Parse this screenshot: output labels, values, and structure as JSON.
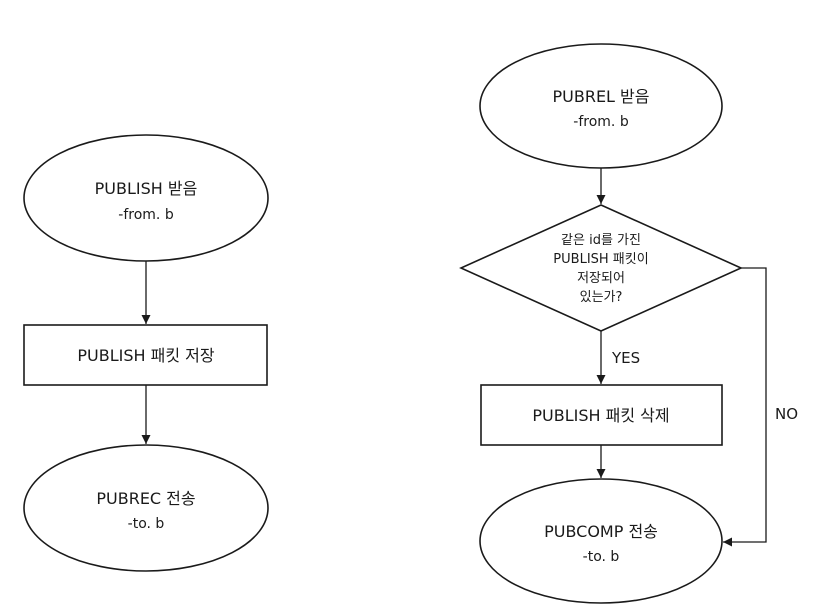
{
  "colors": {
    "stroke": "#1a1a1a",
    "background": "#ffffff",
    "text": "#1a1a1a"
  },
  "left_flow": {
    "start": {
      "line1": "PUBLISH 받음",
      "line2": "-from. b"
    },
    "store": {
      "label": "PUBLISH 패킷 저장"
    },
    "end": {
      "line1": "PUBREC 전송",
      "line2": "-to. b"
    }
  },
  "right_flow": {
    "start": {
      "line1": "PUBREL 받음",
      "line2": "-from. b"
    },
    "decision": {
      "lines": [
        "같은 id를 가진",
        "PUBLISH 패킷이",
        "저장되어",
        "있는가?"
      ]
    },
    "yes_label": "YES",
    "no_label": "NO",
    "delete": {
      "label": "PUBLISH 패킷 삭제"
    },
    "end": {
      "line1": "PUBCOMP 전송",
      "line2": "-to. b"
    }
  }
}
